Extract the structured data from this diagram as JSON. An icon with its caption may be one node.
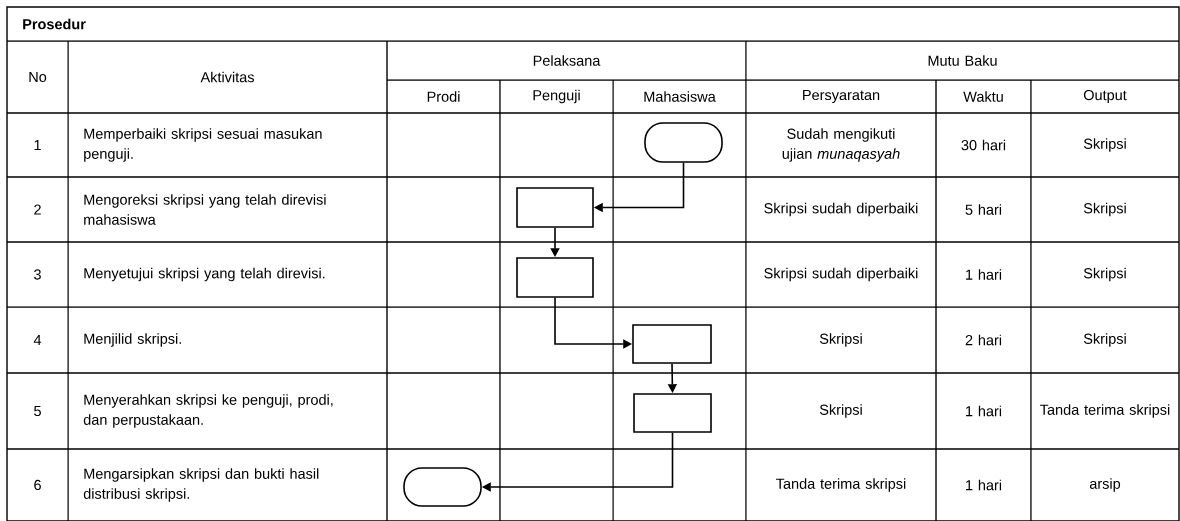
{
  "diagram": {
    "title": "Prosedur",
    "nodes": [
      {
        "text": [],
        "shape": "terminator"
      },
      {
        "text": [],
        "shape": "box"
      },
      {
        "text": [],
        "shape": "box"
      },
      {
        "text": [],
        "shape": "box"
      },
      {
        "text": [],
        "shape": "box"
      },
      {
        "text": [],
        "shape": "terminator"
      }
    ],
    "edges": [
      {
        "from": 0,
        "to": 1,
        "arrow": "to"
      },
      {
        "from": 1,
        "to": 2,
        "arrow": "to"
      },
      {
        "from": 2,
        "to": 3,
        "arrow": "to"
      },
      {
        "from": 3,
        "to": 4,
        "arrow": "to"
      },
      {
        "from": 4,
        "to": 5,
        "arrow": "to"
      }
    ],
    "labels": [
      "No",
      "Aktivitas",
      "Pelaksana",
      "Mutu Baku",
      "Prodi",
      "Penguji",
      "Mahasiswa",
      "Persyaratan",
      "Waktu",
      "Output",
      "1",
      "Memperbaiki skripsi sesuai masukan penguji.",
      "Sudah mengikuti ujian *munaqasyah*",
      "30 hari",
      "Skripsi",
      "2",
      "Mengoreksi skripsi yang telah direvisi mahasiswa",
      "Skripsi sudah diperbaiki",
      "5 hari",
      "Skripsi",
      "3",
      "Menyetujui skripsi yang telah direvisi.",
      "Skripsi sudah diperbaiki",
      "1 hari",
      "Skripsi",
      "4",
      "Menjilid skripsi.",
      "Skripsi",
      "2 hari",
      "Skripsi",
      "5",
      "Menyerahkan skripsi ke penguji, prodi, dan perpustakaan.",
      "Skripsi",
      "1 hari",
      "Tanda terima skripsi",
      "6",
      "Mengarsipkan skripsi dan bukti hasil distribusi skripsi.",
      "Tanda terima skripsi",
      "1 hari",
      "arsip"
    ]
  }
}
